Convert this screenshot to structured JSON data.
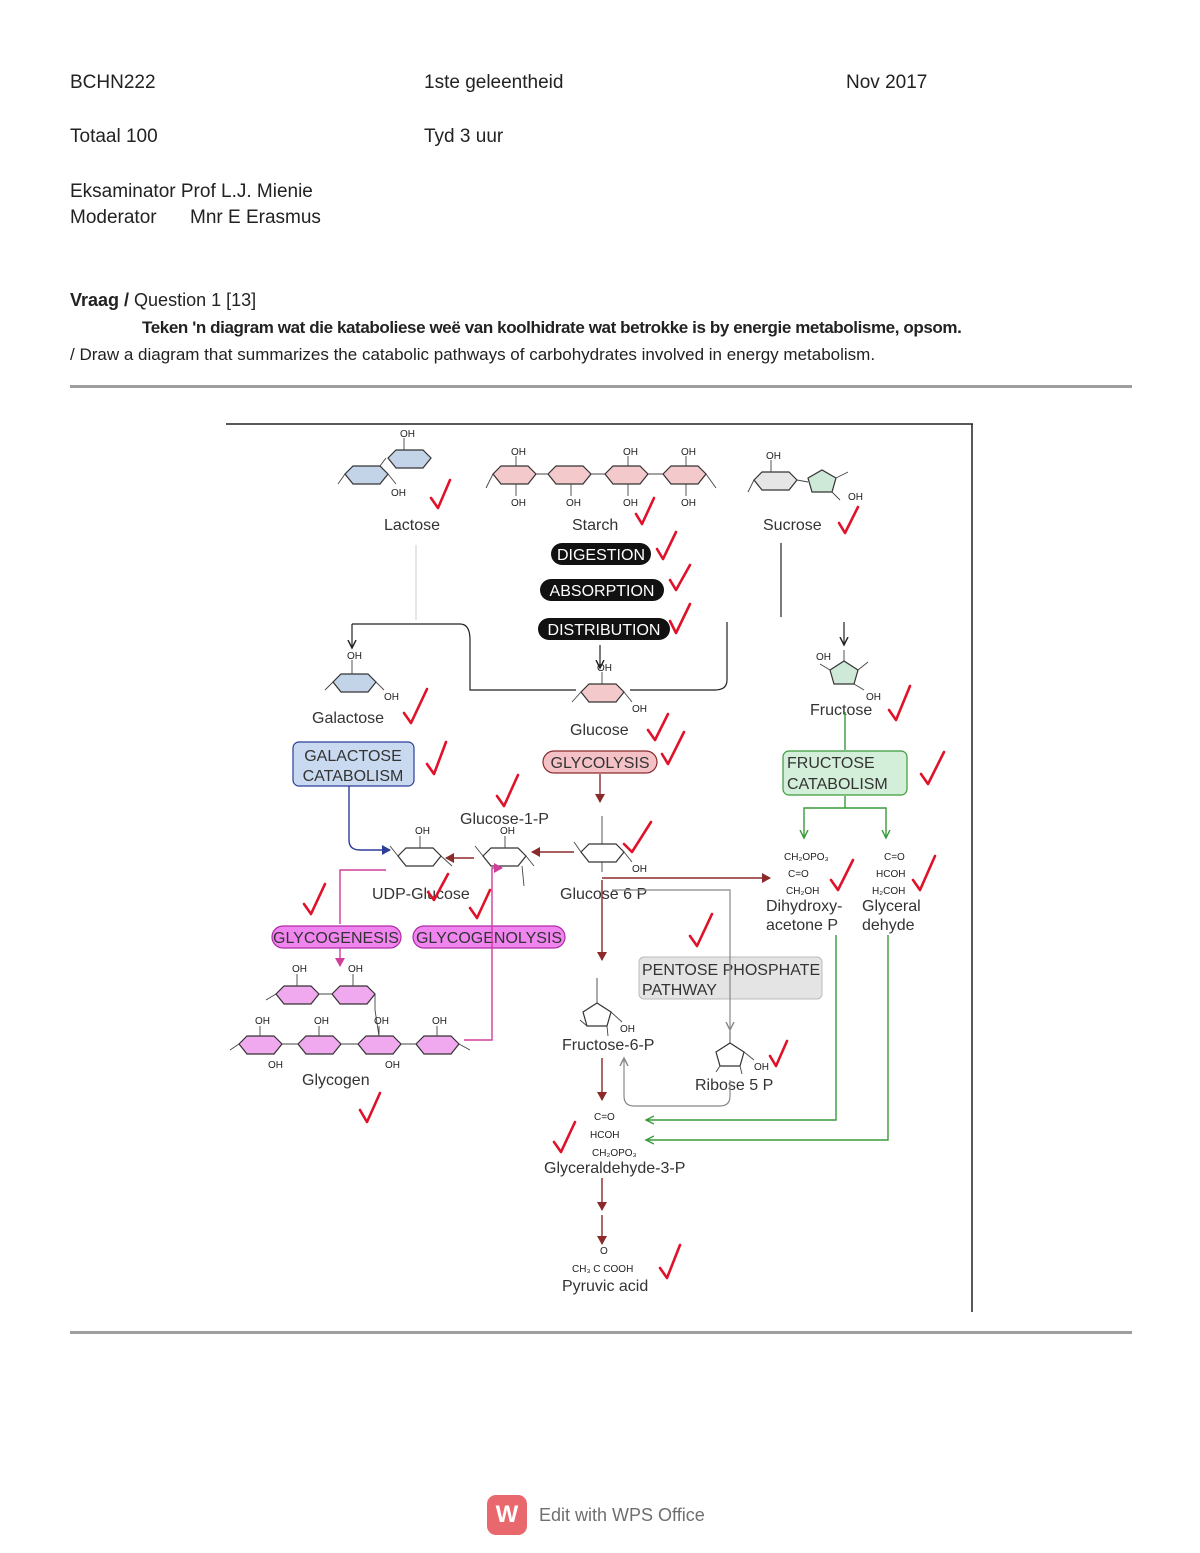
{
  "header": {
    "course": "BCHN222",
    "sitting": "1ste geleentheid",
    "date": "Nov 2017",
    "total": "Totaal 100",
    "time": "Tyd 3 uur",
    "examiner": "Eksaminator Prof L.J. Mienie",
    "moderator_label": "Moderator",
    "moderator_name": "Mnr E Erasmus"
  },
  "question": {
    "label_bold": "Vraag /",
    "label": " Question 1 [13]",
    "afrikaans": "Teken 'n diagram wat die kataboliese weë van koolhidrate wat betrokke is by energie metabolisme, opsom.",
    "english": "/ Draw a diagram that summarizes the catabolic pathways of carbohydrates involved in energy metabolism."
  },
  "diagram": {
    "labels": {
      "lactose": "Lactose",
      "starch": "Starch",
      "sucrose": "Sucrose",
      "galactose": "Galactose",
      "glucose": "Glucose",
      "fructose": "Fructose",
      "glucose1p": "Glucose-1-P",
      "udp_glucose": "UDP-Glucose",
      "glucose6p": "Glucose 6 P",
      "dhap_1": "Dihydroxy-",
      "dhap_2": "acetone P",
      "glyceraldehyde_1": "Glyceral",
      "glyceraldehyde_2": "dehyde",
      "fructose6p": "Fructose-6-P",
      "ribose5p": "Ribose 5 P",
      "glycogen": "Glycogen",
      "g3p": "Glyceraldehyde-3-P",
      "pyruvic": "Pyruvic acid"
    },
    "steps": {
      "digestion": "DIGESTION",
      "absorption": "ABSORPTION",
      "distribution": "DISTRIBUTION"
    },
    "boxes": {
      "galactose_cat_1": "GALACTOSE",
      "galactose_cat_2": "CATABOLISM",
      "glycolysis": "GLYCOLYSIS",
      "fructose_cat_1": "FRUCTOSE",
      "fructose_cat_2": "CATABOLISM",
      "glycogenesis": "GLYCOGENESIS",
      "glycogenolysis": "GLYCOGENOLYSIS",
      "ppp_1": "PENTOSE PHOSPHATE",
      "ppp_2": "PATHWAY"
    },
    "chem": {
      "dhap_ch2opo3": "CH₂OPO₃",
      "dhap_co": "C=O",
      "dhap_ch2oh": "CH₂OH",
      "gla_co": "C=O",
      "gla_hcoh": "HCOH",
      "gla_h2coh": "H₂COH",
      "g3p_co": "C=O",
      "g3p_hcoh": "HCOH",
      "g3p_ch2opo3": "CH₂OPO₃",
      "pyr_o": "O",
      "pyr_formula": "CH₃ C COOH",
      "oh": "OH"
    },
    "colors": {
      "lactose_ring": "#c4d4e8",
      "starch_ring": "#f4c9cb",
      "sucrose_ring": "#cfe9d8",
      "glycogen_ring": "#f0a8ee",
      "digestion_box": "#111111",
      "galactose_box": "#c9d9ef",
      "glycolysis_box": "#f4c2c6",
      "fructose_box": "#d3efd9",
      "glycogenesis_box": "#f085ef",
      "ppp_box": "#e4e4e4",
      "pathway_red": "#8b2a2a",
      "pathway_green": "#3a9a3a",
      "pathway_blue": "#2c3d9a",
      "pathway_magenta": "#d03e9c",
      "tick": "#e0122a"
    }
  },
  "footer": {
    "logo": "W",
    "text": "Edit with WPS Office"
  }
}
